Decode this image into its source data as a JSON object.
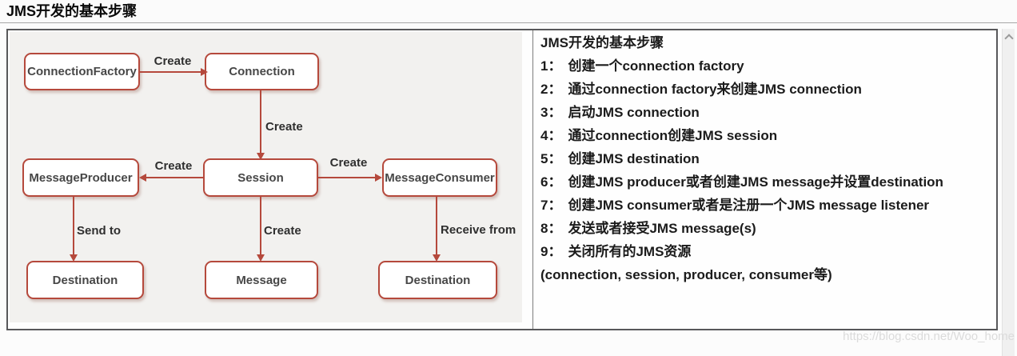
{
  "page": {
    "title": "JMS开发的基本步骤",
    "watermark": "https://blog.csdn.net/Woo_home"
  },
  "diagram": {
    "nodes": {
      "connection_factory": "ConnectionFactory",
      "connection": "Connection",
      "message_producer": "MessageProducer",
      "session": "Session",
      "message_consumer": "MessageConsumer",
      "destination_left": "Destination",
      "message": "Message",
      "destination_right": "Destination"
    },
    "edges": {
      "cf_to_connection": "Create",
      "connection_to_session": "Create",
      "session_to_producer": "Create",
      "session_to_consumer": "Create",
      "producer_to_destination": "Send to",
      "session_to_message": "Create",
      "consumer_to_destination": "Receive from"
    },
    "colors": {
      "node_border": "#b5493c",
      "node_fill": "#ffffff",
      "canvas_bg": "#f2f1ef"
    }
  },
  "steps_panel": {
    "heading": "JMS开发的基本步骤",
    "items": [
      {
        "num": "1：",
        "text": "创建一个connection factory"
      },
      {
        "num": "2：",
        "text": "通过connection factory来创建JMS connection"
      },
      {
        "num": "3：",
        "text": "启动JMS connection"
      },
      {
        "num": "4：",
        "text": "通过connection创建JMS session"
      },
      {
        "num": "5：",
        "text": "创建JMS destination"
      },
      {
        "num": "6：",
        "text": "创建JMS producer或者创建JMS message并设置destination"
      },
      {
        "num": "7：",
        "text": "创建JMS consumer或者是注册一个JMS message listener"
      },
      {
        "num": "8：",
        "text": "发送或者接受JMS message(s)"
      },
      {
        "num": "9：",
        "text": "关闭所有的JMS资源"
      }
    ],
    "footnote": "(connection, session, producer, consumer等)"
  }
}
